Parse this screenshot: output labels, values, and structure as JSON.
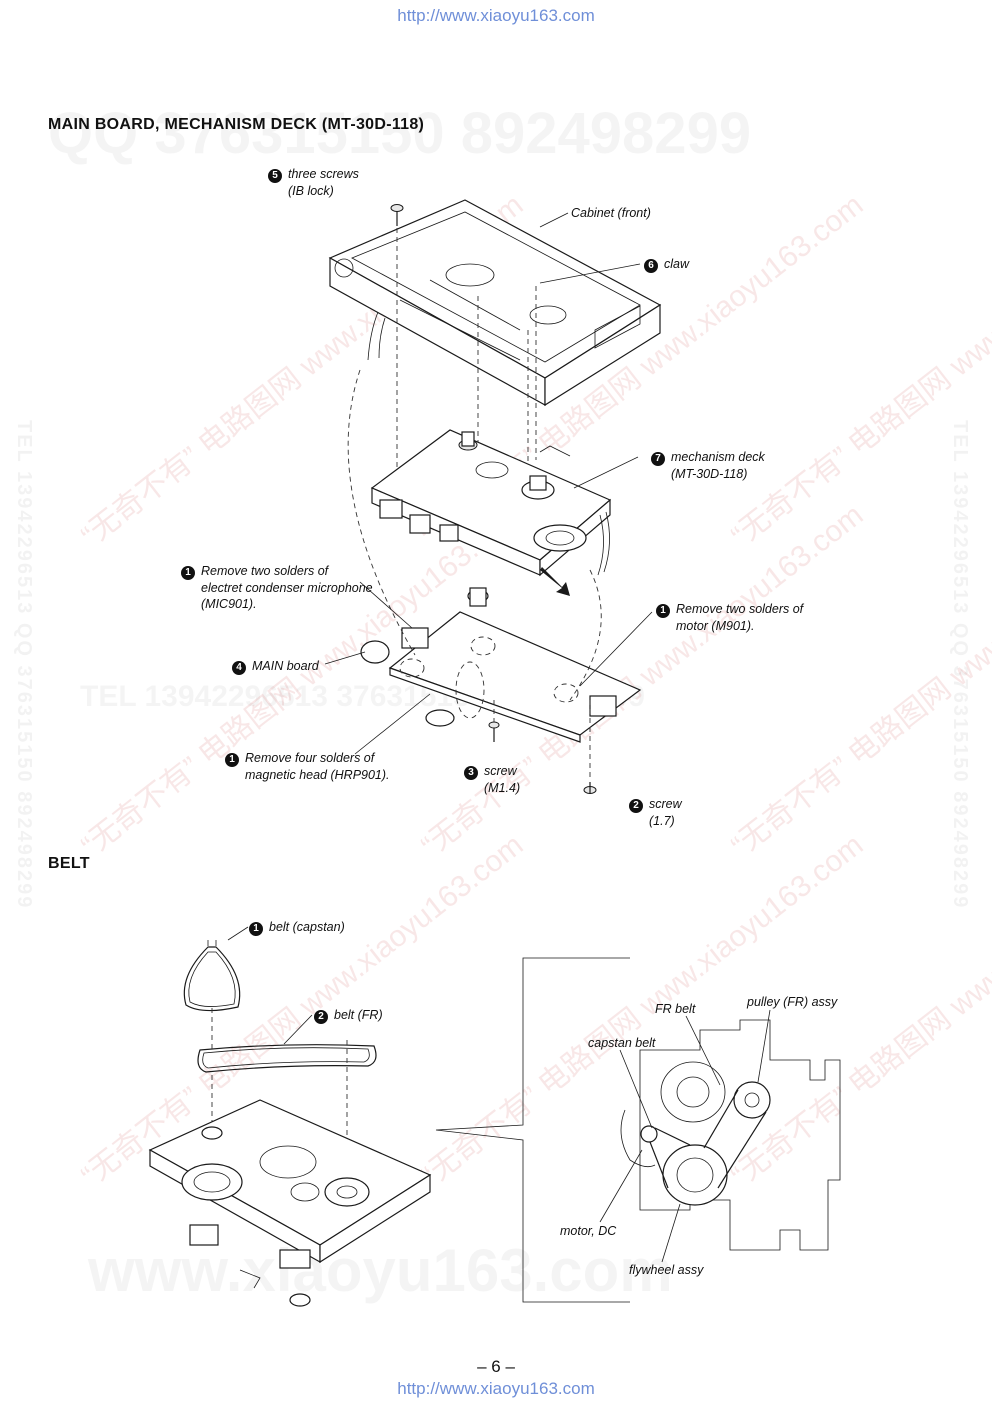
{
  "header_url": "http://www.xiaoyu163.com",
  "footer_url": "http://www.xiaoyu163.com",
  "watermarks": {
    "qq_top": "QQ 376315150   892498299",
    "tel_mid": "TEL 13942296513   376315150   892498299",
    "site_bottom": "www.xiaoyu163.com",
    "diag_text": "“无奇不有” 电路图网 www.xiaoyu163.com",
    "right_vertical": "TEL 13942296513  QQ 376315150  892498299",
    "left_vertical": "TEL 13942296513  QQ 376315150  892498299"
  },
  "section1": {
    "title": "MAIN  BOARD,  MECHANISM  DECK (MT-30D-118)",
    "labels": {
      "three_screws": {
        "num": "5",
        "line1": "three screws",
        "line2": "(IB lock)"
      },
      "cabinet_front": {
        "text": "Cabinet (front)"
      },
      "claw": {
        "num": "6",
        "text": "claw"
      },
      "mechanism_deck": {
        "num": "7",
        "line1": "mechanism deck",
        "line2": "(MT-30D-118)"
      },
      "remove_mic": {
        "num": "1",
        "line1": "Remove two solders of",
        "line2": "electret condenser microphone",
        "line3": "(MIC901)."
      },
      "remove_motor": {
        "num": "1",
        "line1": "Remove two solders of",
        "line2": "motor (M901)."
      },
      "main_board": {
        "num": "4",
        "text": "MAIN board"
      },
      "remove_head": {
        "num": "1",
        "line1": "Remove four solders of",
        "line2": "magnetic head (HRP901)."
      },
      "screw_m14": {
        "num": "3",
        "line1": "screw",
        "line2": "(M1.4)"
      },
      "screw_17": {
        "num": "2",
        "line1": "screw",
        "line2": "(1.7)"
      }
    }
  },
  "section2": {
    "title": "BELT",
    "labels": {
      "belt_capstan": {
        "num": "1",
        "text": "belt (capstan)"
      },
      "belt_fr": {
        "num": "2",
        "text": "belt (FR)"
      },
      "fr_belt": {
        "text": "FR belt"
      },
      "pulley_fr": {
        "text": "pulley (FR) assy"
      },
      "capstan_belt": {
        "text": "capstan belt"
      },
      "motor_dc": {
        "text": "motor, DC"
      },
      "flywheel": {
        "text": "flywheel assy"
      }
    }
  },
  "page_number": "– 6 –"
}
